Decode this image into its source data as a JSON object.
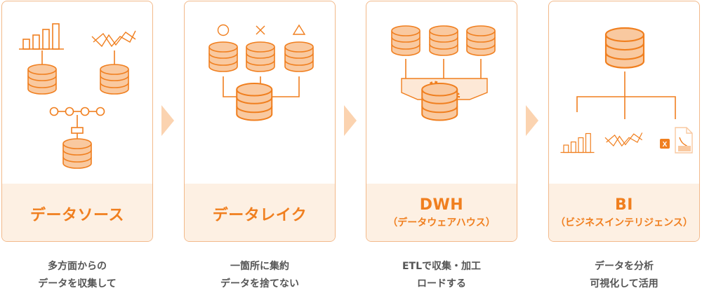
{
  "colors": {
    "accent": "#f07f1f",
    "border": "#f2b98a",
    "fill": "#f9c9a0",
    "band": "#fdf0e3",
    "text": "#555555"
  },
  "stages": [
    {
      "title": "データソース",
      "subtitle": "",
      "caption_line1": "多方面からの",
      "caption_line2": "データを収集して"
    },
    {
      "title": "データレイク",
      "subtitle": "",
      "caption_line1": "一箇所に集約",
      "caption_line2": "データを捨てない"
    },
    {
      "title": "DWH",
      "subtitle": "（データウェアハウス）",
      "caption_line1": "ETLで収集・加工",
      "caption_line2": "ロードする"
    },
    {
      "title": "BI",
      "subtitle": "（ビジネスインテリジェンス）",
      "caption_line1": "データを分析",
      "caption_line2": "可視化して活用"
    }
  ],
  "icons": {
    "excel_label": "X"
  }
}
